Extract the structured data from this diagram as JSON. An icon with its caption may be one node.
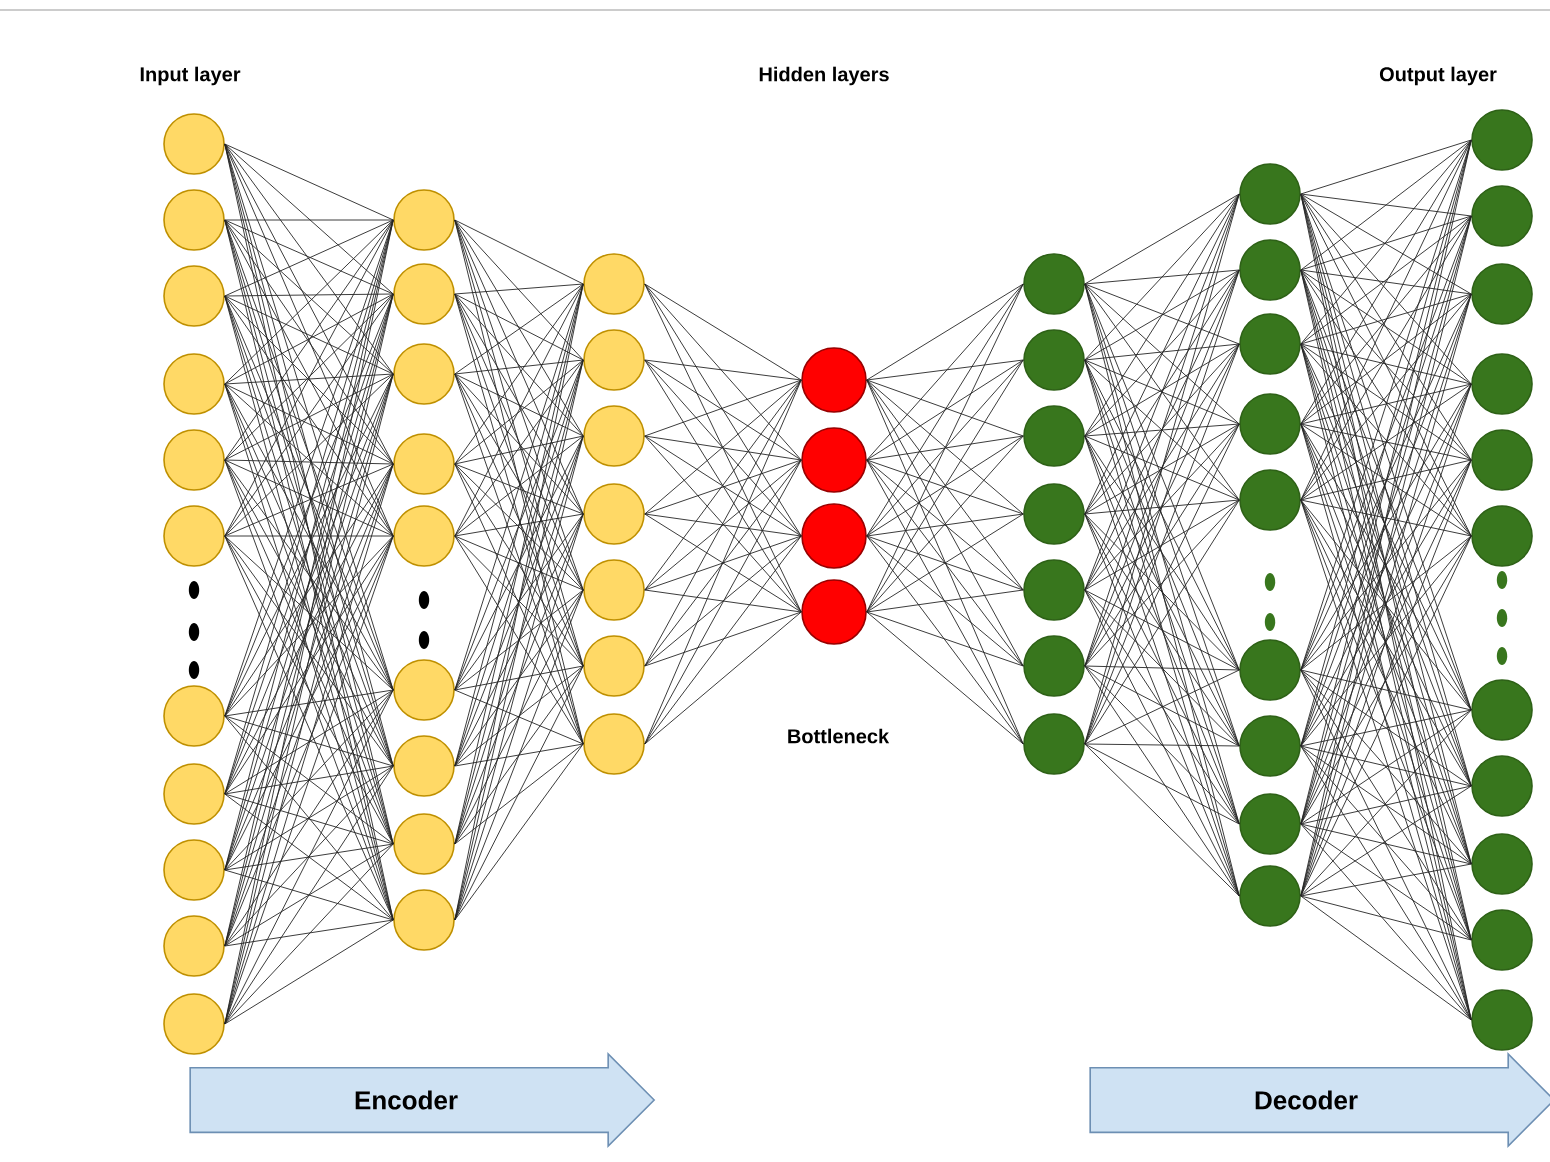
{
  "diagram": {
    "nodes": [
      {
        "text": [],
        "shape": "circle"
      },
      {
        "text": [],
        "shape": "circle"
      },
      {
        "text": [],
        "shape": "circle"
      },
      {
        "text": [],
        "shape": "circle"
      },
      {
        "text": [],
        "shape": "circle"
      },
      {
        "text": [],
        "shape": "circle"
      },
      {
        "text": [],
        "shape": "circle"
      },
      {
        "text": [],
        "shape": "circle"
      },
      {
        "text": [],
        "shape": "circle"
      },
      {
        "text": [],
        "shape": "circle"
      },
      {
        "text": [],
        "shape": "circle"
      },
      {
        "text": [],
        "shape": "circle"
      },
      {
        "text": [],
        "shape": "circle"
      },
      {
        "text": [],
        "shape": "circle"
      },
      {
        "text": [],
        "shape": "circle"
      },
      {
        "text": [],
        "shape": "circle"
      },
      {
        "text": [],
        "shape": "circle"
      },
      {
        "text": [],
        "shape": "circle"
      },
      {
        "text": [],
        "shape": "circle"
      },
      {
        "text": [],
        "shape": "circle"
      },
      {
        "text": [],
        "shape": "circle"
      },
      {
        "text": [],
        "shape": "circle"
      },
      {
        "text": [],
        "shape": "circle"
      },
      {
        "text": [],
        "shape": "circle"
      },
      {
        "text": [],
        "shape": "circle"
      },
      {
        "text": [],
        "shape": "circle"
      },
      {
        "text": [],
        "shape": "circle"
      },
      {
        "text": [],
        "shape": "circle"
      },
      {
        "text": [],
        "shape": "circle"
      },
      {
        "text": [],
        "shape": "circle"
      },
      {
        "text": [],
        "shape": "circle"
      },
      {
        "text": [],
        "shape": "circle"
      },
      {
        "text": [],
        "shape": "circle"
      },
      {
        "text": [],
        "shape": "circle"
      },
      {
        "text": [],
        "shape": "circle"
      },
      {
        "text": [],
        "shape": "circle"
      },
      {
        "text": [],
        "shape": "circle"
      },
      {
        "text": [],
        "shape": "circle"
      },
      {
        "text": [],
        "shape": "circle"
      },
      {
        "text": [],
        "shape": "circle"
      },
      {
        "text": [],
        "shape": "circle"
      },
      {
        "text": [],
        "shape": "circle"
      },
      {
        "text": [],
        "shape": "circle"
      },
      {
        "text": [],
        "shape": "circle"
      },
      {
        "text": [],
        "shape": "circle"
      },
      {
        "text": [],
        "shape": "circle"
      },
      {
        "text": [],
        "shape": "circle"
      },
      {
        "text": [],
        "shape": "circle"
      },
      {
        "text": [],
        "shape": "circle"
      },
      {
        "text": [],
        "shape": "circle"
      },
      {
        "text": [],
        "shape": "circle"
      },
      {
        "text": [],
        "shape": "circle"
      },
      {
        "text": [],
        "shape": "circle"
      },
      {
        "text": [],
        "shape": "circle"
      },
      {
        "text": [],
        "shape": "circle"
      },
      {
        "text": [],
        "shape": "circle"
      },
      {
        "text": [],
        "shape": "circle"
      },
      {
        "text": [],
        "shape": "circle"
      },
      {
        "text": [
          "Encoder"
        ]
      },
      {
        "text": [
          "Decoder"
        ]
      }
    ],
    "edges": [
      {
        "from": 0,
        "to": 11,
        "arrow": "none"
      },
      {
        "from": 0,
        "to": 12,
        "arrow": "none"
      },
      {
        "from": 0,
        "to": 13,
        "arrow": "none"
      },
      {
        "from": 0,
        "to": 14,
        "arrow": "none"
      },
      {
        "from": 0,
        "to": 15,
        "arrow": "none"
      },
      {
        "from": 0,
        "to": 16,
        "arrow": "none"
      },
      {
        "from": 0,
        "to": 17,
        "arrow": "none"
      },
      {
        "from": 0,
        "to": 18,
        "arrow": "none"
      },
      {
        "from": 0,
        "to": 19,
        "arrow": "none"
      },
      {
        "from": 1,
        "to": 11,
        "arrow": "none"
      },
      {
        "from": 1,
        "to": 12,
        "arrow": "none"
      },
      {
        "from": 1,
        "to": 13,
        "arrow": "none"
      },
      {
        "from": 1,
        "to": 14,
        "arrow": "none"
      },
      {
        "from": 1,
        "to": 15,
        "arrow": "none"
      },
      {
        "from": 1,
        "to": 16,
        "arrow": "none"
      },
      {
        "from": 1,
        "to": 17,
        "arrow": "none"
      },
      {
        "from": 1,
        "to": 18,
        "arrow": "none"
      },
      {
        "from": 1,
        "to": 19,
        "arrow": "none"
      },
      {
        "from": 2,
        "to": 11,
        "arrow": "none"
      },
      {
        "from": 2,
        "to": 12,
        "arrow": "none"
      },
      {
        "from": 2,
        "to": 13,
        "arrow": "none"
      },
      {
        "from": 2,
        "to": 14,
        "arrow": "none"
      },
      {
        "from": 2,
        "to": 15,
        "arrow": "none"
      },
      {
        "from": 2,
        "to": 16,
        "arrow": "none"
      },
      {
        "from": 2,
        "to": 17,
        "arrow": "none"
      },
      {
        "from": 2,
        "to": 18,
        "arrow": "none"
      },
      {
        "from": 2,
        "to": 19,
        "arrow": "none"
      },
      {
        "from": 3,
        "to": 11,
        "arrow": "none"
      },
      {
        "from": 3,
        "to": 12,
        "arrow": "none"
      },
      {
        "from": 3,
        "to": 13,
        "arrow": "none"
      },
      {
        "from": 3,
        "to": 14,
        "arrow": "none"
      },
      {
        "from": 3,
        "to": 15,
        "arrow": "none"
      },
      {
        "from": 3,
        "to": 16,
        "arrow": "none"
      },
      {
        "from": 3,
        "to": 17,
        "arrow": "none"
      },
      {
        "from": 3,
        "to": 18,
        "arrow": "none"
      },
      {
        "from": 3,
        "to": 19,
        "arrow": "none"
      },
      {
        "from": 4,
        "to": 11,
        "arrow": "none"
      },
      {
        "from": 4,
        "to": 12,
        "arrow": "none"
      },
      {
        "from": 4,
        "to": 13,
        "arrow": "none"
      },
      {
        "from": 4,
        "to": 14,
        "arrow": "none"
      },
      {
        "from": 4,
        "to": 15,
        "arrow": "none"
      },
      {
        "from": 4,
        "to": 16,
        "arrow": "none"
      },
      {
        "from": 4,
        "to": 17,
        "arrow": "none"
      },
      {
        "from": 4,
        "to": 18,
        "arrow": "none"
      },
      {
        "from": 4,
        "to": 19,
        "arrow": "none"
      },
      {
        "from": 5,
        "to": 11,
        "arrow": "none"
      },
      {
        "from": 5,
        "to": 12,
        "arrow": "none"
      },
      {
        "from": 5,
        "to": 13,
        "arrow": "none"
      },
      {
        "from": 5,
        "to": 14,
        "arrow": "none"
      },
      {
        "from": 5,
        "to": 15,
        "arrow": "none"
      },
      {
        "from": 5,
        "to": 16,
        "arrow": "none"
      },
      {
        "from": 5,
        "to": 17,
        "arrow": "none"
      },
      {
        "from": 5,
        "to": 18,
        "arrow": "none"
      },
      {
        "from": 5,
        "to": 19,
        "arrow": "none"
      },
      {
        "from": 6,
        "to": 11,
        "arrow": "none"
      },
      {
        "from": 6,
        "to": 12,
        "arrow": "none"
      },
      {
        "from": 6,
        "to": 13,
        "arrow": "none"
      },
      {
        "from": 6,
        "to": 14,
        "arrow": "none"
      },
      {
        "from": 6,
        "to": 15,
        "arrow": "none"
      },
      {
        "from": 6,
        "to": 16,
        "arrow": "none"
      },
      {
        "from": 6,
        "to": 17,
        "arrow": "none"
      },
      {
        "from": 6,
        "to": 18,
        "arrow": "none"
      },
      {
        "from": 6,
        "to": 19,
        "arrow": "none"
      },
      {
        "from": 7,
        "to": 11,
        "arrow": "none"
      },
      {
        "from": 7,
        "to": 12,
        "arrow": "none"
      },
      {
        "from": 7,
        "to": 13,
        "arrow": "none"
      },
      {
        "from": 7,
        "to": 14,
        "arrow": "none"
      },
      {
        "from": 7,
        "to": 15,
        "arrow": "none"
      },
      {
        "from": 7,
        "to": 16,
        "arrow": "none"
      },
      {
        "from": 7,
        "to": 17,
        "arrow": "none"
      },
      {
        "from": 7,
        "to": 18,
        "arrow": "none"
      },
      {
        "from": 7,
        "to": 19,
        "arrow": "none"
      },
      {
        "from": 8,
        "to": 11,
        "arrow": "none"
      },
      {
        "from": 8,
        "to": 12,
        "arrow": "none"
      },
      {
        "from": 8,
        "to": 13,
        "arrow": "none"
      },
      {
        "from": 8,
        "to": 14,
        "arrow": "none"
      },
      {
        "from": 8,
        "to": 15,
        "arrow": "none"
      },
      {
        "from": 8,
        "to": 16,
        "arrow": "none"
      },
      {
        "from": 8,
        "to": 17,
        "arrow": "none"
      },
      {
        "from": 8,
        "to": 18,
        "arrow": "none"
      },
      {
        "from": 8,
        "to": 19,
        "arrow": "none"
      },
      {
        "from": 9,
        "to": 11,
        "arrow": "none"
      },
      {
        "from": 9,
        "to": 12,
        "arrow": "none"
      },
      {
        "from": 9,
        "to": 13,
        "arrow": "none"
      },
      {
        "from": 9,
        "to": 14,
        "arrow": "none"
      },
      {
        "from": 9,
        "to": 15,
        "arrow": "none"
      },
      {
        "from": 9,
        "to": 16,
        "arrow": "none"
      },
      {
        "from": 9,
        "to": 17,
        "arrow": "none"
      },
      {
        "from": 9,
        "to": 18,
        "arrow": "none"
      },
      {
        "from": 9,
        "to": 19,
        "arrow": "none"
      },
      {
        "from": 10,
        "to": 11,
        "arrow": "none"
      },
      {
        "from": 10,
        "to": 12,
        "arrow": "none"
      },
      {
        "from": 10,
        "to": 13,
        "arrow": "none"
      },
      {
        "from": 10,
        "to": 14,
        "arrow": "none"
      },
      {
        "from": 10,
        "to": 15,
        "arrow": "none"
      },
      {
        "from": 10,
        "to": 16,
        "arrow": "none"
      },
      {
        "from": 10,
        "to": 17,
        "arrow": "none"
      },
      {
        "from": 10,
        "to": 18,
        "arrow": "none"
      },
      {
        "from": 10,
        "to": 19,
        "arrow": "none"
      },
      {
        "from": 11,
        "to": 20,
        "arrow": "none"
      },
      {
        "from": 11,
        "to": 21,
        "arrow": "none"
      },
      {
        "from": 11,
        "to": 22,
        "arrow": "none"
      },
      {
        "from": 11,
        "to": 23,
        "arrow": "none"
      },
      {
        "from": 11,
        "to": 24,
        "arrow": "none"
      },
      {
        "from": 11,
        "to": 25,
        "arrow": "none"
      },
      {
        "from": 11,
        "to": 26,
        "arrow": "none"
      },
      {
        "from": 12,
        "to": 20,
        "arrow": "none"
      },
      {
        "from": 12,
        "to": 21,
        "arrow": "none"
      },
      {
        "from": 12,
        "to": 22,
        "arrow": "none"
      },
      {
        "from": 12,
        "to": 23,
        "arrow": "none"
      },
      {
        "from": 12,
        "to": 24,
        "arrow": "none"
      },
      {
        "from": 12,
        "to": 25,
        "arrow": "none"
      },
      {
        "from": 12,
        "to": 26,
        "arrow": "none"
      },
      {
        "from": 13,
        "to": 20,
        "arrow": "none"
      },
      {
        "from": 13,
        "to": 21,
        "arrow": "none"
      },
      {
        "from": 13,
        "to": 22,
        "arrow": "none"
      },
      {
        "from": 13,
        "to": 23,
        "arrow": "none"
      },
      {
        "from": 13,
        "to": 24,
        "arrow": "none"
      },
      {
        "from": 13,
        "to": 25,
        "arrow": "none"
      },
      {
        "from": 13,
        "to": 26,
        "arrow": "none"
      },
      {
        "from": 14,
        "to": 20,
        "arrow": "none"
      },
      {
        "from": 14,
        "to": 21,
        "arrow": "none"
      },
      {
        "from": 14,
        "to": 22,
        "arrow": "none"
      },
      {
        "from": 14,
        "to": 23,
        "arrow": "none"
      },
      {
        "from": 14,
        "to": 24,
        "arrow": "none"
      },
      {
        "from": 14,
        "to": 25,
        "arrow": "none"
      },
      {
        "from": 14,
        "to": 26,
        "arrow": "none"
      },
      {
        "from": 15,
        "to": 20,
        "arrow": "none"
      },
      {
        "from": 15,
        "to": 21,
        "arrow": "none"
      },
      {
        "from": 15,
        "to": 22,
        "arrow": "none"
      },
      {
        "from": 15,
        "to": 23,
        "arrow": "none"
      },
      {
        "from": 15,
        "to": 24,
        "arrow": "none"
      },
      {
        "from": 15,
        "to": 25,
        "arrow": "none"
      },
      {
        "from": 15,
        "to": 26,
        "arrow": "none"
      },
      {
        "from": 16,
        "to": 20,
        "arrow": "none"
      },
      {
        "from": 16,
        "to": 21,
        "arrow": "none"
      },
      {
        "from": 16,
        "to": 22,
        "arrow": "none"
      },
      {
        "from": 16,
        "to": 23,
        "arrow": "none"
      },
      {
        "from": 16,
        "to": 24,
        "arrow": "none"
      },
      {
        "from": 16,
        "to": 25,
        "arrow": "none"
      },
      {
        "from": 16,
        "to": 26,
        "arrow": "none"
      },
      {
        "from": 17,
        "to": 20,
        "arrow": "none"
      },
      {
        "from": 17,
        "to": 21,
        "arrow": "none"
      },
      {
        "from": 17,
        "to": 22,
        "arrow": "none"
      },
      {
        "from": 17,
        "to": 23,
        "arrow": "none"
      },
      {
        "from": 17,
        "to": 24,
        "arrow": "none"
      },
      {
        "from": 17,
        "to": 25,
        "arrow": "none"
      },
      {
        "from": 17,
        "to": 26,
        "arrow": "none"
      },
      {
        "from": 18,
        "to": 20,
        "arrow": "none"
      },
      {
        "from": 18,
        "to": 21,
        "arrow": "none"
      },
      {
        "from": 18,
        "to": 22,
        "arrow": "none"
      },
      {
        "from": 18,
        "to": 23,
        "arrow": "none"
      },
      {
        "from": 18,
        "to": 24,
        "arrow": "none"
      },
      {
        "from": 18,
        "to": 25,
        "arrow": "none"
      },
      {
        "from": 18,
        "to": 26,
        "arrow": "none"
      },
      {
        "from": 19,
        "to": 20,
        "arrow": "none"
      },
      {
        "from": 19,
        "to": 21,
        "arrow": "none"
      },
      {
        "from": 19,
        "to": 22,
        "arrow": "none"
      },
      {
        "from": 19,
        "to": 23,
        "arrow": "none"
      },
      {
        "from": 19,
        "to": 24,
        "arrow": "none"
      },
      {
        "from": 19,
        "to": 25,
        "arrow": "none"
      },
      {
        "from": 19,
        "to": 26,
        "arrow": "none"
      },
      {
        "from": 20,
        "to": 27,
        "arrow": "none"
      },
      {
        "from": 20,
        "to": 28,
        "arrow": "none"
      },
      {
        "from": 20,
        "to": 29,
        "arrow": "none"
      },
      {
        "from": 20,
        "to": 30,
        "arrow": "none"
      },
      {
        "from": 21,
        "to": 27,
        "arrow": "none"
      },
      {
        "from": 21,
        "to": 28,
        "arrow": "none"
      },
      {
        "from": 21,
        "to": 29,
        "arrow": "none"
      },
      {
        "from": 21,
        "to": 30,
        "arrow": "none"
      },
      {
        "from": 22,
        "to": 27,
        "arrow": "none"
      },
      {
        "from": 22,
        "to": 28,
        "arrow": "none"
      },
      {
        "from": 22,
        "to": 29,
        "arrow": "none"
      },
      {
        "from": 22,
        "to": 30,
        "arrow": "none"
      },
      {
        "from": 23,
        "to": 27,
        "arrow": "none"
      },
      {
        "from": 23,
        "to": 28,
        "arrow": "none"
      },
      {
        "from": 23,
        "to": 29,
        "arrow": "none"
      },
      {
        "from": 23,
        "to": 30,
        "arrow": "none"
      },
      {
        "from": 24,
        "to": 27,
        "arrow": "none"
      },
      {
        "from": 24,
        "to": 28,
        "arrow": "none"
      },
      {
        "from": 24,
        "to": 29,
        "arrow": "none"
      },
      {
        "from": 24,
        "to": 30,
        "arrow": "none"
      },
      {
        "from": 25,
        "to": 27,
        "arrow": "none"
      },
      {
        "from": 25,
        "to": 28,
        "arrow": "none"
      },
      {
        "from": 25,
        "to": 29,
        "arrow": "none"
      },
      {
        "from": 25,
        "to": 30,
        "arrow": "none"
      },
      {
        "from": 26,
        "to": 27,
        "arrow": "none"
      },
      {
        "from": 26,
        "to": 28,
        "arrow": "none"
      },
      {
        "from": 26,
        "to": 29,
        "arrow": "none"
      },
      {
        "from": 26,
        "to": 30,
        "arrow": "none"
      },
      {
        "from": 27,
        "to": 31,
        "arrow": "none"
      },
      {
        "from": 27,
        "to": 32,
        "arrow": "none"
      },
      {
        "from": 27,
        "to": 33,
        "arrow": "none"
      },
      {
        "from": 27,
        "to": 34,
        "arrow": "none"
      },
      {
        "from": 27,
        "to": 35,
        "arrow": "none"
      },
      {
        "from": 27,
        "to": 36,
        "arrow": "none"
      },
      {
        "from": 27,
        "to": 37,
        "arrow": "none"
      },
      {
        "from": 28,
        "to": 31,
        "arrow": "none"
      },
      {
        "from": 28,
        "to": 32,
        "arrow": "none"
      },
      {
        "from": 28,
        "to": 33,
        "arrow": "none"
      },
      {
        "from": 28,
        "to": 34,
        "arrow": "none"
      },
      {
        "from": 28,
        "to": 35,
        "arrow": "none"
      },
      {
        "from": 28,
        "to": 36,
        "arrow": "none"
      },
      {
        "from": 28,
        "to": 37,
        "arrow": "none"
      },
      {
        "from": 29,
        "to": 31,
        "arrow": "none"
      },
      {
        "from": 29,
        "to": 32,
        "arrow": "none"
      },
      {
        "from": 29,
        "to": 33,
        "arrow": "none"
      },
      {
        "from": 29,
        "to": 34,
        "arrow": "none"
      },
      {
        "from": 29,
        "to": 35,
        "arrow": "none"
      },
      {
        "from": 29,
        "to": 36,
        "arrow": "none"
      },
      {
        "from": 29,
        "to": 37,
        "arrow": "none"
      },
      {
        "from": 30,
        "to": 31,
        "arrow": "none"
      },
      {
        "from": 30,
        "to": 32,
        "arrow": "none"
      },
      {
        "from": 30,
        "to": 33,
        "arrow": "none"
      },
      {
        "from": 30,
        "to": 34,
        "arrow": "none"
      },
      {
        "from": 30,
        "to": 35,
        "arrow": "none"
      },
      {
        "from": 30,
        "to": 36,
        "arrow": "none"
      },
      {
        "from": 30,
        "to": 37,
        "arrow": "none"
      },
      {
        "from": 31,
        "to": 38,
        "arrow": "none"
      },
      {
        "from": 31,
        "to": 39,
        "arrow": "none"
      },
      {
        "from": 31,
        "to": 40,
        "arrow": "none"
      },
      {
        "from": 31,
        "to": 41,
        "arrow": "none"
      },
      {
        "from": 31,
        "to": 42,
        "arrow": "none"
      },
      {
        "from": 31,
        "to": 43,
        "arrow": "none"
      },
      {
        "from": 31,
        "to": 44,
        "arrow": "none"
      },
      {
        "from": 31,
        "to": 45,
        "arrow": "none"
      },
      {
        "from": 31,
        "to": 46,
        "arrow": "none"
      },
      {
        "from": 32,
        "to": 38,
        "arrow": "none"
      },
      {
        "from": 32,
        "to": 39,
        "arrow": "none"
      },
      {
        "from": 32,
        "to": 40,
        "arrow": "none"
      },
      {
        "from": 32,
        "to": 41,
        "arrow": "none"
      },
      {
        "from": 32,
        "to": 42,
        "arrow": "none"
      },
      {
        "from": 32,
        "to": 43,
        "arrow": "none"
      },
      {
        "from": 32,
        "to": 44,
        "arrow": "none"
      },
      {
        "from": 32,
        "to": 45,
        "arrow": "none"
      },
      {
        "from": 32,
        "to": 46,
        "arrow": "none"
      },
      {
        "from": 33,
        "to": 38,
        "arrow": "none"
      },
      {
        "from": 33,
        "to": 39,
        "arrow": "none"
      },
      {
        "from": 33,
        "to": 40,
        "arrow": "none"
      },
      {
        "from": 33,
        "to": 41,
        "arrow": "none"
      },
      {
        "from": 33,
        "to": 42,
        "arrow": "none"
      },
      {
        "from": 33,
        "to": 43,
        "arrow": "none"
      },
      {
        "from": 33,
        "to": 44,
        "arrow": "none"
      },
      {
        "from": 33,
        "to": 45,
        "arrow": "none"
      },
      {
        "from": 33,
        "to": 46,
        "arrow": "none"
      },
      {
        "from": 34,
        "to": 38,
        "arrow": "none"
      },
      {
        "from": 34,
        "to": 39,
        "arrow": "none"
      },
      {
        "from": 34,
        "to": 40,
        "arrow": "none"
      },
      {
        "from": 34,
        "to": 41,
        "arrow": "none"
      },
      {
        "from": 34,
        "to": 42,
        "arrow": "none"
      },
      {
        "from": 34,
        "to": 43,
        "arrow": "none"
      },
      {
        "from": 34,
        "to": 44,
        "arrow": "none"
      },
      {
        "from": 34,
        "to": 45,
        "arrow": "none"
      },
      {
        "from": 34,
        "to": 46,
        "arrow": "none"
      },
      {
        "from": 35,
        "to": 38,
        "arrow": "none"
      },
      {
        "from": 35,
        "to": 39,
        "arrow": "none"
      },
      {
        "from": 35,
        "to": 40,
        "arrow": "none"
      },
      {
        "from": 35,
        "to": 41,
        "arrow": "none"
      },
      {
        "from": 35,
        "to": 42,
        "arrow": "none"
      },
      {
        "from": 35,
        "to": 43,
        "arrow": "none"
      },
      {
        "from": 35,
        "to": 44,
        "arrow": "none"
      },
      {
        "from": 35,
        "to": 45,
        "arrow": "none"
      },
      {
        "from": 35,
        "to": 46,
        "arrow": "none"
      },
      {
        "from": 36,
        "to": 38,
        "arrow": "none"
      },
      {
        "from": 36,
        "to": 39,
        "arrow": "none"
      },
      {
        "from": 36,
        "to": 40,
        "arrow": "none"
      },
      {
        "from": 36,
        "to": 41,
        "arrow": "none"
      },
      {
        "from": 36,
        "to": 42,
        "arrow": "none"
      },
      {
        "from": 36,
        "to": 43,
        "arrow": "none"
      },
      {
        "from": 36,
        "to": 44,
        "arrow": "none"
      },
      {
        "from": 36,
        "to": 45,
        "arrow": "none"
      },
      {
        "from": 36,
        "to": 46,
        "arrow": "none"
      },
      {
        "from": 37,
        "to": 38,
        "arrow": "none"
      },
      {
        "from": 37,
        "to": 39,
        "arrow": "none"
      },
      {
        "from": 37,
        "to": 40,
        "arrow": "none"
      },
      {
        "from": 37,
        "to": 41,
        "arrow": "none"
      },
      {
        "from": 37,
        "to": 42,
        "arrow": "none"
      },
      {
        "from": 37,
        "to": 43,
        "arrow": "none"
      },
      {
        "from": 37,
        "to": 44,
        "arrow": "none"
      },
      {
        "from": 37,
        "to": 45,
        "arrow": "none"
      },
      {
        "from": 37,
        "to": 46,
        "arrow": "none"
      },
      {
        "from": 38,
        "to": 47,
        "arrow": "none"
      },
      {
        "from": 38,
        "to": 48,
        "arrow": "none"
      },
      {
        "from": 38,
        "to": 49,
        "arrow": "none"
      },
      {
        "from": 38,
        "to": 50,
        "arrow": "none"
      },
      {
        "from": 38,
        "to": 51,
        "arrow": "none"
      },
      {
        "from": 38,
        "to": 52,
        "arrow": "none"
      },
      {
        "from": 38,
        "to": 53,
        "arrow": "none"
      },
      {
        "from": 38,
        "to": 54,
        "arrow": "none"
      },
      {
        "from": 38,
        "to": 55,
        "arrow": "none"
      },
      {
        "from": 38,
        "to": 56,
        "arrow": "none"
      },
      {
        "from": 38,
        "to": 57,
        "arrow": "none"
      },
      {
        "from": 39,
        "to": 47,
        "arrow": "none"
      },
      {
        "from": 39,
        "to": 48,
        "arrow": "none"
      },
      {
        "from": 39,
        "to": 49,
        "arrow": "none"
      },
      {
        "from": 39,
        "to": 50,
        "arrow": "none"
      },
      {
        "from": 39,
        "to": 51,
        "arrow": "none"
      },
      {
        "from": 39,
        "to": 52,
        "arrow": "none"
      },
      {
        "from": 39,
        "to": 53,
        "arrow": "none"
      },
      {
        "from": 39,
        "to": 54,
        "arrow": "none"
      },
      {
        "from": 39,
        "to": 55,
        "arrow": "none"
      },
      {
        "from": 39,
        "to": 56,
        "arrow": "none"
      },
      {
        "from": 39,
        "to": 57,
        "arrow": "none"
      },
      {
        "from": 40,
        "to": 47,
        "arrow": "none"
      },
      {
        "from": 40,
        "to": 48,
        "arrow": "none"
      },
      {
        "from": 40,
        "to": 49,
        "arrow": "none"
      },
      {
        "from": 40,
        "to": 50,
        "arrow": "none"
      },
      {
        "from": 40,
        "to": 51,
        "arrow": "none"
      },
      {
        "from": 40,
        "to": 52,
        "arrow": "none"
      },
      {
        "from": 40,
        "to": 53,
        "arrow": "none"
      },
      {
        "from": 40,
        "to": 54,
        "arrow": "none"
      },
      {
        "from": 40,
        "to": 55,
        "arrow": "none"
      },
      {
        "from": 40,
        "to": 56,
        "arrow": "none"
      },
      {
        "from": 40,
        "to": 57,
        "arrow": "none"
      },
      {
        "from": 41,
        "to": 47,
        "arrow": "none"
      },
      {
        "from": 41,
        "to": 48,
        "arrow": "none"
      },
      {
        "from": 41,
        "to": 49,
        "arrow": "none"
      },
      {
        "from": 41,
        "to": 50,
        "arrow": "none"
      },
      {
        "from": 41,
        "to": 51,
        "arrow": "none"
      },
      {
        "from": 41,
        "to": 52,
        "arrow": "none"
      },
      {
        "from": 41,
        "to": 53,
        "arrow": "none"
      },
      {
        "from": 41,
        "to": 54,
        "arrow": "none"
      },
      {
        "from": 41,
        "to": 55,
        "arrow": "none"
      },
      {
        "from": 41,
        "to": 56,
        "arrow": "none"
      },
      {
        "from": 41,
        "to": 57,
        "arrow": "none"
      },
      {
        "from": 42,
        "to": 47,
        "arrow": "none"
      },
      {
        "from": 42,
        "to": 48,
        "arrow": "none"
      },
      {
        "from": 42,
        "to": 49,
        "arrow": "none"
      },
      {
        "from": 42,
        "to": 50,
        "arrow": "none"
      },
      {
        "from": 42,
        "to": 51,
        "arrow": "none"
      },
      {
        "from": 42,
        "to": 52,
        "arrow": "none"
      },
      {
        "from": 42,
        "to": 53,
        "arrow": "none"
      },
      {
        "from": 42,
        "to": 54,
        "arrow": "none"
      },
      {
        "from": 42,
        "to": 55,
        "arrow": "none"
      },
      {
        "from": 42,
        "to": 56,
        "arrow": "none"
      },
      {
        "from": 42,
        "to": 57,
        "arrow": "none"
      },
      {
        "from": 43,
        "to": 47,
        "arrow": "none"
      },
      {
        "from": 43,
        "to": 48,
        "arrow": "none"
      },
      {
        "from": 43,
        "to": 49,
        "arrow": "none"
      },
      {
        "from": 43,
        "to": 50,
        "arrow": "none"
      },
      {
        "from": 43,
        "to": 51,
        "arrow": "none"
      },
      {
        "from": 43,
        "to": 52,
        "arrow": "none"
      },
      {
        "from": 43,
        "to": 53,
        "arrow": "none"
      },
      {
        "from": 43,
        "to": 54,
        "arrow": "none"
      },
      {
        "from": 43,
        "to": 55,
        "arrow": "none"
      },
      {
        "from": 43,
        "to": 56,
        "arrow": "none"
      },
      {
        "from": 43,
        "to": 57,
        "arrow": "none"
      },
      {
        "from": 44,
        "to": 47,
        "arrow": "none"
      },
      {
        "from": 44,
        "to": 48,
        "arrow": "none"
      },
      {
        "from": 44,
        "to": 49,
        "arrow": "none"
      },
      {
        "from": 44,
        "to": 50,
        "arrow": "none"
      },
      {
        "from": 44,
        "to": 51,
        "arrow": "none"
      },
      {
        "from": 44,
        "to": 52,
        "arrow": "none"
      },
      {
        "from": 44,
        "to": 53,
        "arrow": "none"
      },
      {
        "from": 44,
        "to": 54,
        "arrow": "none"
      },
      {
        "from": 44,
        "to": 55,
        "arrow": "none"
      },
      {
        "from": 44,
        "to": 56,
        "arrow": "none"
      },
      {
        "from": 44,
        "to": 57,
        "arrow": "none"
      },
      {
        "from": 45,
        "to": 47,
        "arrow": "none"
      },
      {
        "from": 45,
        "to": 48,
        "arrow": "none"
      },
      {
        "from": 45,
        "to": 49,
        "arrow": "none"
      },
      {
        "from": 45,
        "to": 50,
        "arrow": "none"
      },
      {
        "from": 45,
        "to": 51,
        "arrow": "none"
      },
      {
        "from": 45,
        "to": 52,
        "arrow": "none"
      },
      {
        "from": 45,
        "to": 53,
        "arrow": "none"
      },
      {
        "from": 45,
        "to": 54,
        "arrow": "none"
      },
      {
        "from": 45,
        "to": 55,
        "arrow": "none"
      },
      {
        "from": 45,
        "to": 56,
        "arrow": "none"
      },
      {
        "from": 45,
        "to": 57,
        "arrow": "none"
      },
      {
        "from": 46,
        "to": 47,
        "arrow": "none"
      },
      {
        "from": 46,
        "to": 48,
        "arrow": "none"
      },
      {
        "from": 46,
        "to": 49,
        "arrow": "none"
      },
      {
        "from": 46,
        "to": 50,
        "arrow": "none"
      },
      {
        "from": 46,
        "to": 51,
        "arrow": "none"
      },
      {
        "from": 46,
        "to": 52,
        "arrow": "none"
      },
      {
        "from": 46,
        "to": 53,
        "arrow": "none"
      },
      {
        "from": 46,
        "to": 54,
        "arrow": "none"
      },
      {
        "from": 46,
        "to": 55,
        "arrow": "none"
      },
      {
        "from": 46,
        "to": 56,
        "arrow": "none"
      },
      {
        "from": 46,
        "to": 57,
        "arrow": "none"
      }
    ],
    "labels": [
      "Input layer",
      "Hidden layers",
      "Output layer",
      "Bottleneck"
    ]
  }
}
